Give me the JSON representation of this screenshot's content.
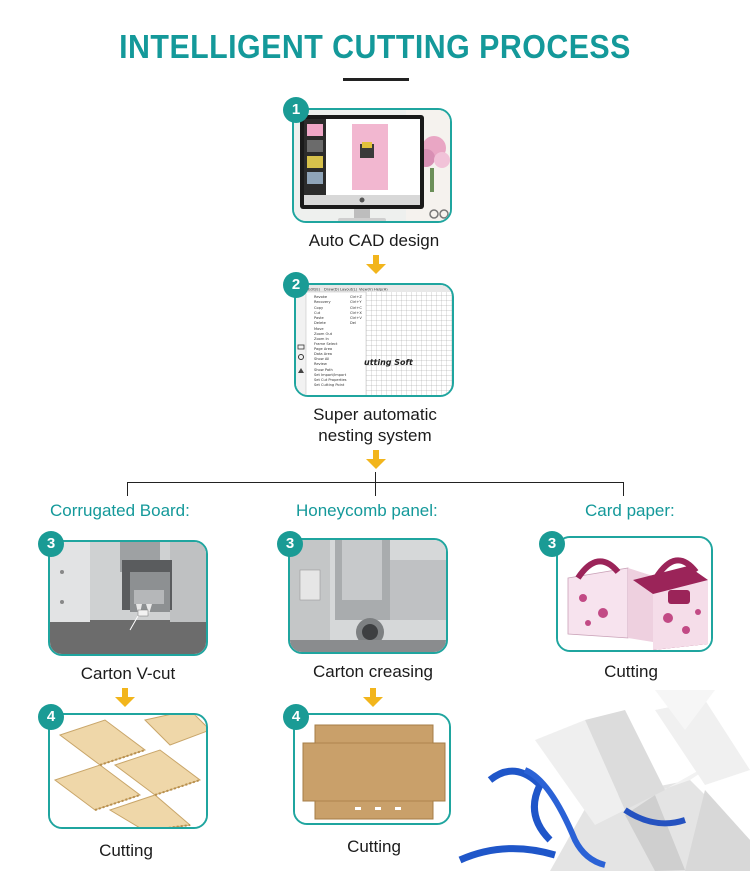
{
  "title": "INTELLIGENT CUTTING PROCESS",
  "steps": {
    "step1": {
      "badge": "1",
      "caption": "Auto CAD design"
    },
    "step2": {
      "badge": "2",
      "caption_line1": "Super automatic",
      "caption_line2": "nesting system",
      "menu_items": [
        "Revoke",
        "Recovery",
        "Copy",
        "Cut",
        "Paste",
        "Delete",
        "Move",
        "Zoom Out",
        "Zoom In",
        "Frame Select",
        "Page Area",
        "Data Area",
        "Show All",
        "Review",
        "Show Path",
        "Set Import/Import",
        "Set Cut Properties",
        "Set Cutting Point"
      ],
      "shortcuts": [
        "Ctrl+Z",
        "Ctrl+Y",
        "Ctrl+C",
        "Ctrl+X",
        "Ctrl+V",
        "Del"
      ],
      "menubar": [
        "Edit(E)",
        "Draw(D)",
        "Layout(L)",
        "View(V)",
        "Help(H)"
      ],
      "watermark": "utting Soft"
    }
  },
  "branches": [
    {
      "category": "Corrugated Board:",
      "step3_badge": "3",
      "step3_caption": "Carton V-cut",
      "step4_badge": "4",
      "step4_caption": "Cutting"
    },
    {
      "category": "Honeycomb panel:",
      "step3_badge": "3",
      "step3_caption": "Carton creasing",
      "step4_badge": "4",
      "step4_caption": "Cutting"
    },
    {
      "category": "Card paper:",
      "step3_badge": "3",
      "step3_caption": "Cutting"
    }
  ],
  "colors": {
    "accent": "#14999a",
    "card_border": "#1fa59f",
    "arrow": "#f2b51c",
    "ribbon": "#1f56c9"
  }
}
